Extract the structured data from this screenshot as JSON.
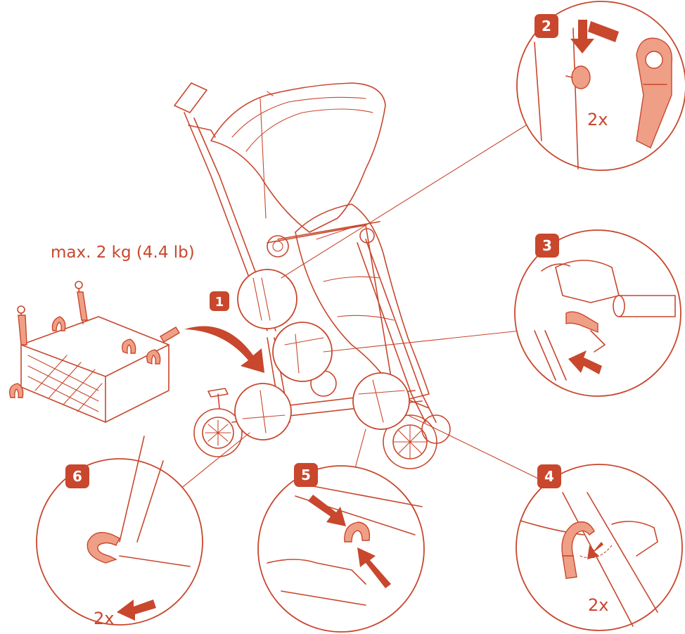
{
  "weight_label": "max. 2 kg (4.4 lb)",
  "steps": {
    "s1": "1",
    "s2": "2",
    "s3": "3",
    "s4": "4",
    "s5": "5",
    "s6": "6"
  },
  "multipliers": {
    "step2": "2x",
    "step4": "2x",
    "step6": "2x"
  },
  "colors": {
    "accent": "#c8472d",
    "fill": "#ef9f86",
    "background": "#ffffff"
  }
}
